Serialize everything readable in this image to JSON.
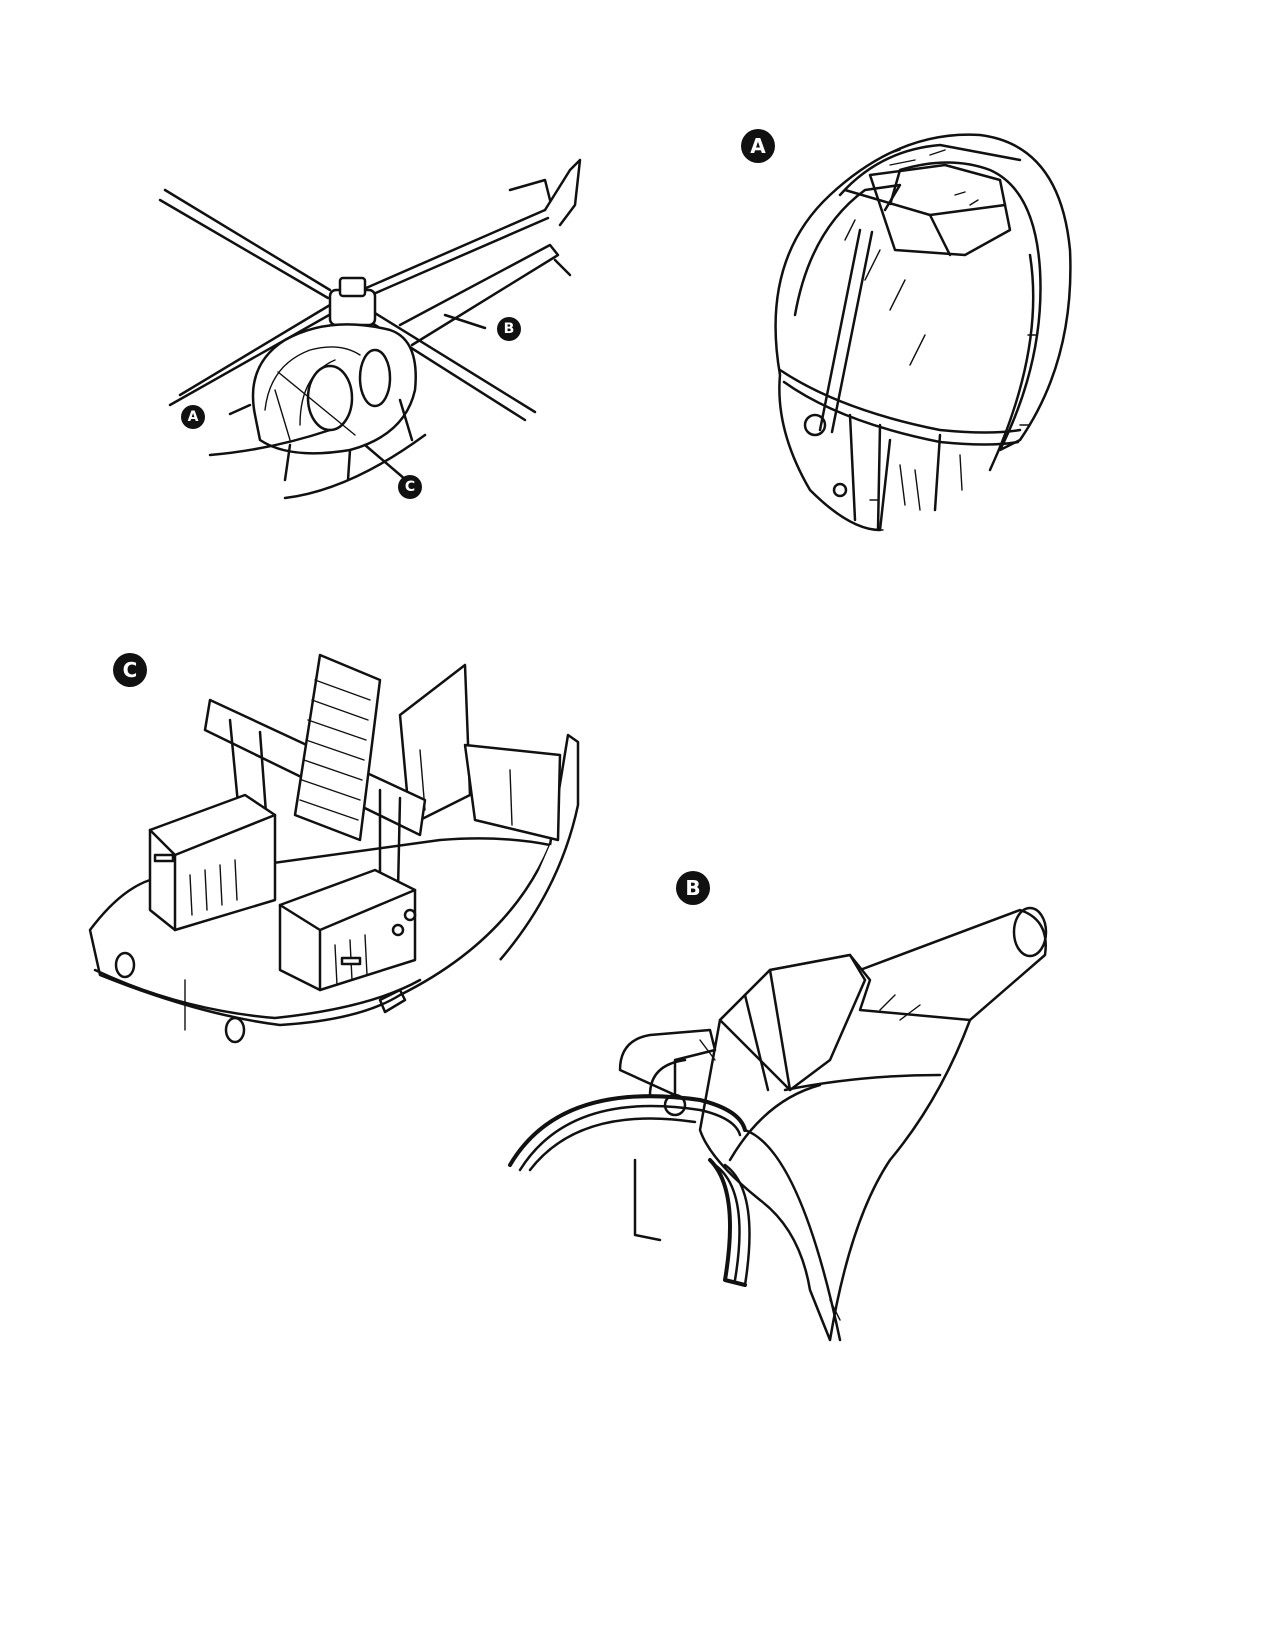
{
  "callouts": {
    "a": "A",
    "b": "B",
    "c": "C"
  },
  "panels": {
    "overview": {
      "labels": [
        "A",
        "B",
        "C"
      ]
    },
    "canopy": {
      "label": "A"
    },
    "cabin_floor": {
      "label": "C"
    },
    "aft_fuselage": {
      "label": "B"
    }
  },
  "colors": {
    "ink": "#111111",
    "paper": "#ffffff"
  }
}
